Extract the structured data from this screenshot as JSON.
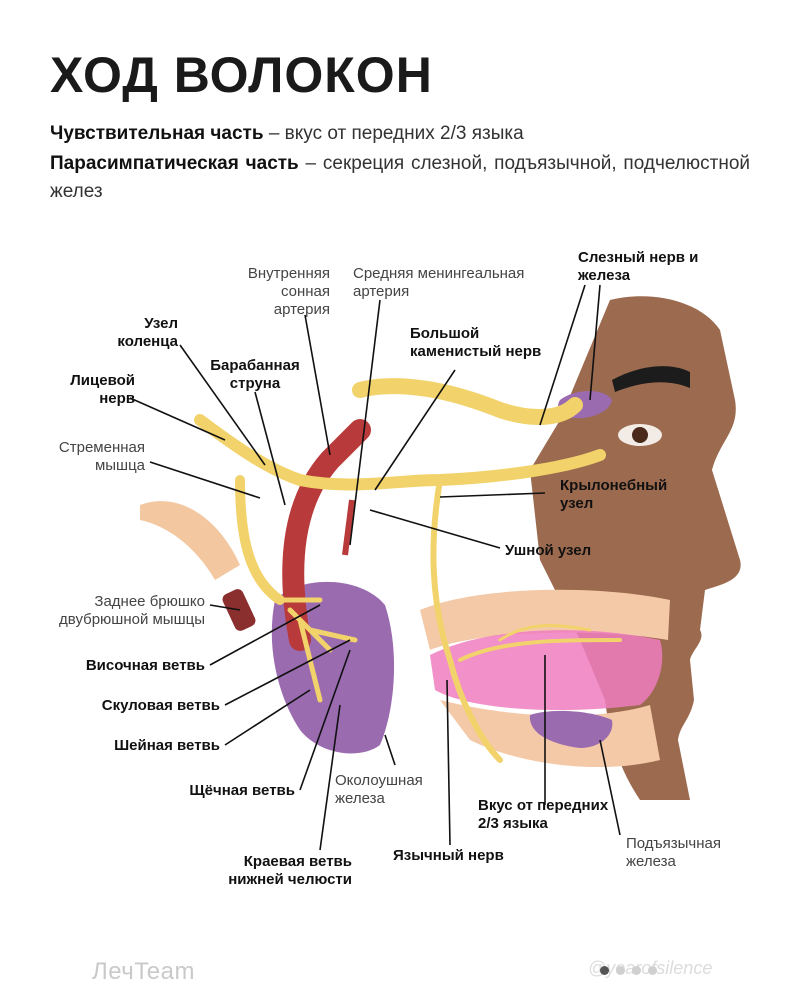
{
  "header": {
    "title": "ХОД ВОЛОКОН",
    "sensory_term": "Чувствительная часть",
    "sensory_text": " – вкус от передних 2/3 языка",
    "parasympathetic_term": "Парасимпатическая часть",
    "parasympathetic_text": " – секреция слезной, подъязычной, подчелюстной желез"
  },
  "labels": {
    "internal_carotid_1": "Внутренняя",
    "internal_carotid_2": "сонная",
    "internal_carotid_3": "артерия",
    "middle_meningeal_1": "Средняя менингеальная",
    "middle_meningeal_2": "артерия",
    "lacrimal_1": "Слезный нерв и",
    "lacrimal_2": "железа",
    "geniculate_1": "Узел",
    "geniculate_2": "коленца",
    "chorda_1": "Барабанная",
    "chorda_2": "струна",
    "greater_petrosal_1": "Большой",
    "greater_petrosal_2": "каменистый нерв",
    "facial_1": "Лицевой",
    "facial_2": "нерв",
    "stapedius_1": "Стременная",
    "stapedius_2": "мышца",
    "pterygopalatine_1": "Крылонебный",
    "pterygopalatine_2": "узел",
    "otic": "Ушной узел",
    "digastric_1": "Заднее брюшко",
    "digastric_2": "двубрюшной мышцы",
    "temporal": "Височная ветвь",
    "zygomatic": "Скуловая ветвь",
    "cervical": "Шейная ветвь",
    "buccal": "Щёчная ветвь",
    "parotid_1": "Околоушная",
    "parotid_2": "железа",
    "taste_1": "Вкус от передних",
    "taste_2": "2/3 языка",
    "lingual": "Язычный нерв",
    "sublingual_1": "Подъязычная",
    "sublingual_2": "железа",
    "marginal_1": "Краевая ветвь",
    "marginal_2": "нижней челюсти"
  },
  "footer": {
    "brand": "ЛечTeam",
    "watermark": "@yearofsilence"
  },
  "colors": {
    "nerve": "#f2d36b",
    "nerve_stroke": "#d9b64a",
    "artery": "#b83a3a",
    "gland": "#9b6bb0",
    "skin": "#9c6a4e",
    "tongue": "#f07cc0"
  }
}
